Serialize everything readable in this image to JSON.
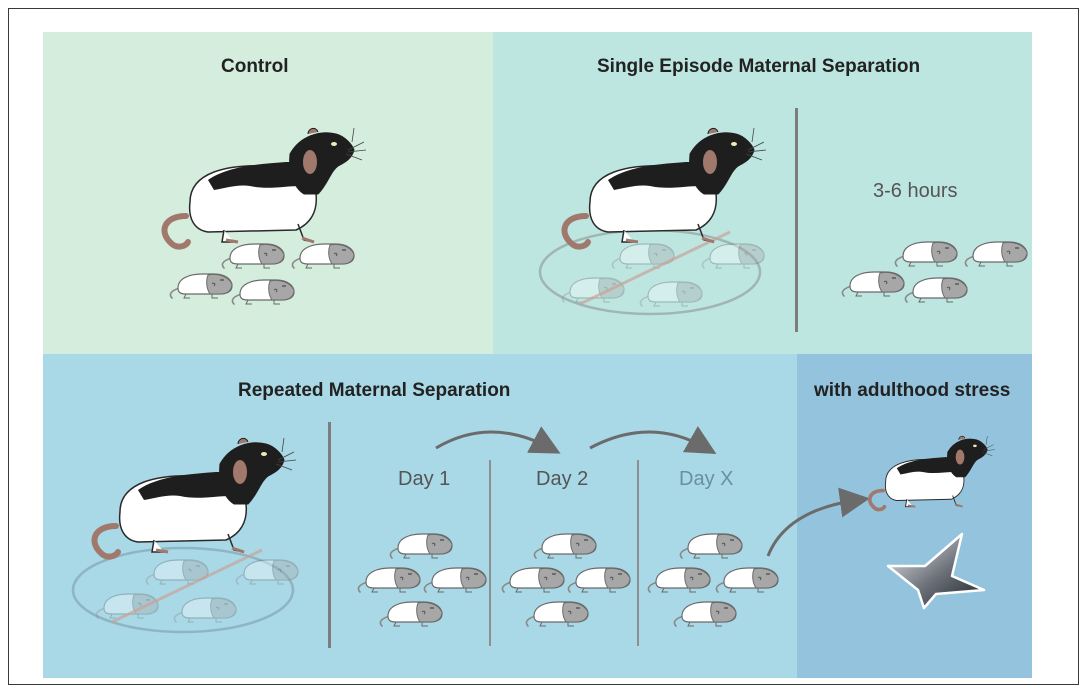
{
  "panels": {
    "control": {
      "title": "Control"
    },
    "single": {
      "title": "Single Episode Maternal Separation",
      "duration": "3-6 hours"
    },
    "repeated": {
      "title": "Repeated Maternal Separation",
      "days": [
        "Day 1",
        "Day 2",
        "Day X"
      ]
    },
    "adult": {
      "title": "with adulthood stress"
    }
  },
  "colors": {
    "control_bg": "#d4eddc",
    "single_bg": "#bde6e1",
    "repeated_bg": "#a9d8e6",
    "adult_bg": "#93c3dd",
    "rat_black": "#1e1e1e",
    "rat_white": "#ffffff",
    "rat_ear": "#a0786c",
    "rat_tail": "#a0786c",
    "pup_head": "#a7a7a7",
    "arrow": "#6b6b6b",
    "day_x_text": "#6a8fa3"
  },
  "icons": [
    "mother-rat-icon",
    "pup-icon",
    "separation-ring-icon",
    "arrow-icon",
    "stress-star-icon"
  ]
}
